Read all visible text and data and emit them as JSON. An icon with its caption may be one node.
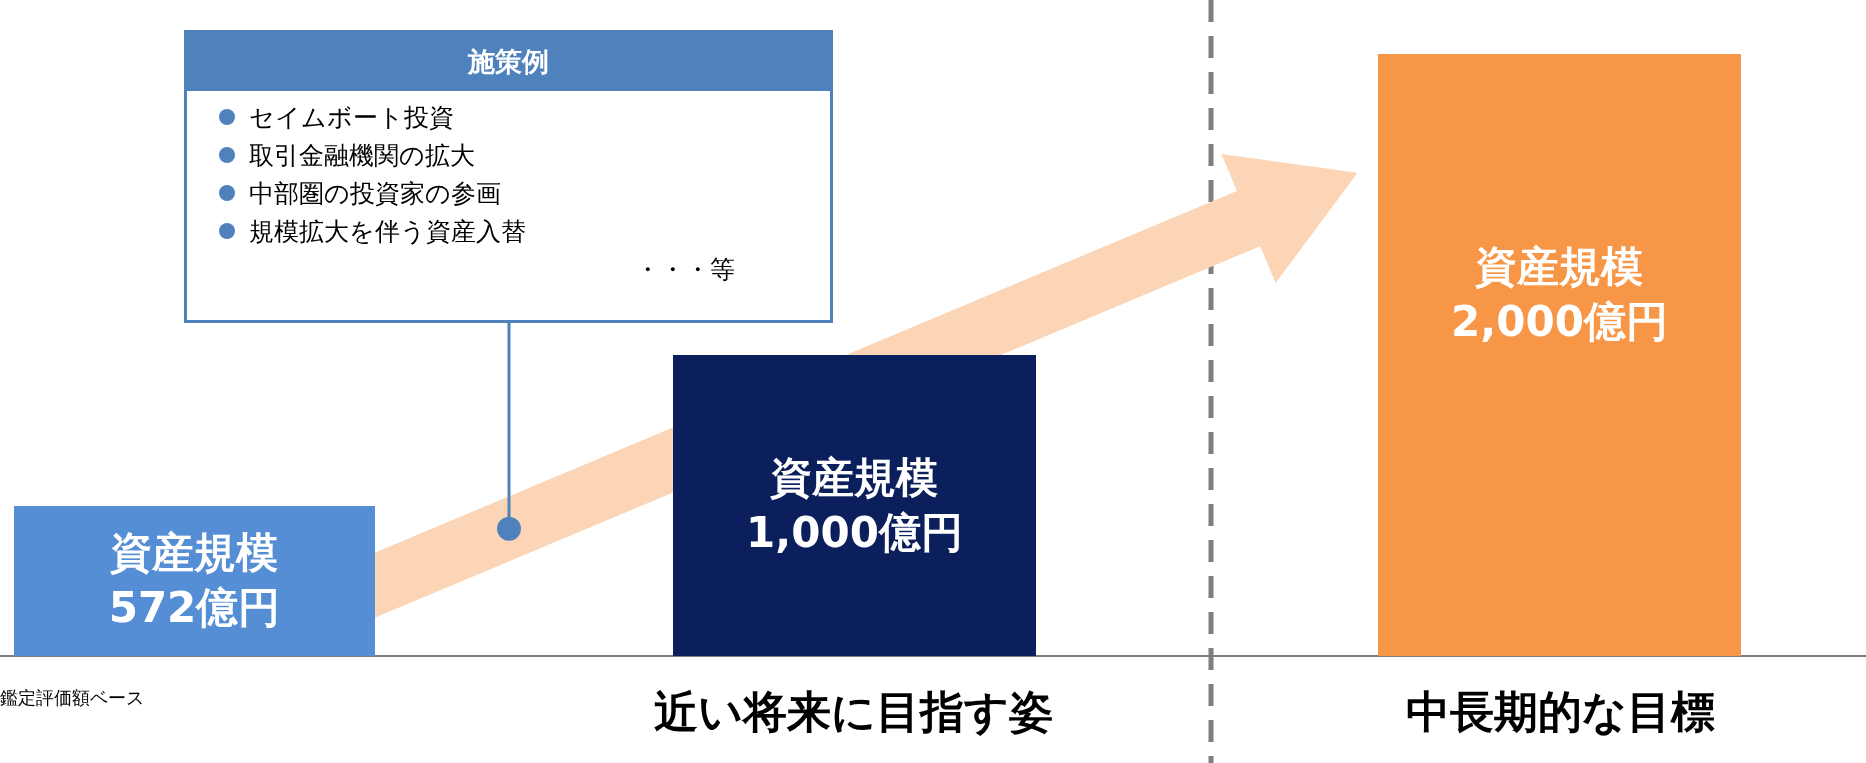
{
  "diagram": {
    "nodes": [
      {
        "text": [
          "施策例",
          "セイムボート投資",
          "取引金融機関の拡大",
          "中部圏の投資家の参画",
          "規模拡大を伴う資産入替",
          "・・・等"
        ]
      },
      {
        "text": [],
        "shape": "arrow"
      },
      {
        "text": [
          "資産規模",
          "572億円"
        ]
      },
      {
        "text": [
          "資産規模",
          "1,000億円"
        ]
      },
      {
        "text": [
          "資産規模",
          "2,000億円"
        ]
      }
    ],
    "edges": [
      {
        "from": 0,
        "to": 1,
        "arrow": "other"
      }
    ],
    "labels": [
      "鑑定評価額ベース",
      "近い将来に目指す姿",
      "中長期的な目標"
    ]
  }
}
